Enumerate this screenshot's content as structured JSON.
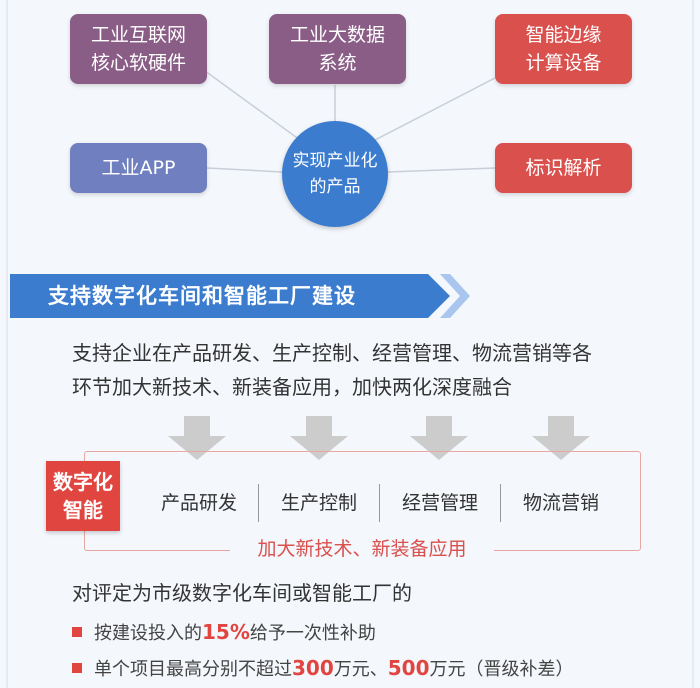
{
  "diagram": {
    "hub": [
      "实现产业化",
      "的产品"
    ],
    "boxes": [
      {
        "lines": [
          "工业互联网",
          "核心软硬件"
        ],
        "color": "#8a5d87"
      },
      {
        "lines": [
          "工业大数据",
          "系统"
        ],
        "color": "#8a5d87"
      },
      {
        "lines": [
          "智能边缘",
          "计算设备"
        ],
        "color": "#d9504d"
      },
      {
        "lines": [
          "工业APP"
        ],
        "color": "#6f7fc0"
      },
      {
        "lines": [
          "标识解析"
        ],
        "color": "#d9504d"
      }
    ]
  },
  "banner": {
    "title": "支持数字化车间和智能工厂建设",
    "color": "#3b7ccf"
  },
  "intro": {
    "line1": "支持企业在产品研发、生产控制、经营管理、物流营销等各",
    "line2": "环节加大新技术、新装备应用，加快两化深度融合"
  },
  "process": {
    "badge": [
      "数字化",
      "智能"
    ],
    "steps": [
      "产品研发",
      "生产控制",
      "经营管理",
      "物流营销"
    ],
    "footer": "加大新技术、新装备应用"
  },
  "policy": {
    "title": "对评定为市级数字化车间或智能工厂的",
    "bullet1": {
      "pre": "按建设投入的",
      "hl": "15%",
      "post": "给予一次性补助"
    },
    "bullet2": {
      "pre": "单个项目最高分别不超过",
      "hl1": "300",
      "mid": "万元、",
      "hl2": "500",
      "post": "万元（晋级补差）"
    }
  },
  "colors": {
    "accent_red": "#e0453f",
    "accent_blue": "#3b7ccf",
    "arrow_gray": "#cccccc"
  }
}
